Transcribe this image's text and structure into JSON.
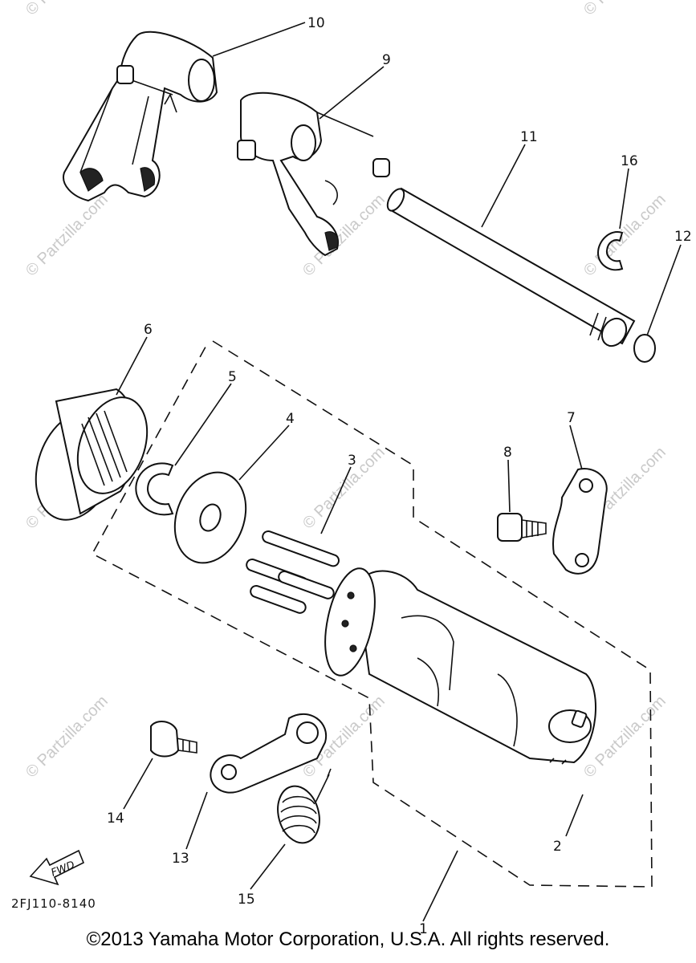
{
  "watermarks": [
    "© Partzilla.com",
    "© Partzilla.com",
    "© Partzilla.com",
    "© Partzilla.com",
    "© Partzilla.com",
    "© Partzilla.com",
    "© Partzilla.com",
    "© Partzilla.com",
    "© Partzilla.com",
    "© Partzilla.com",
    "© Partzilla.com"
  ],
  "callouts": {
    "c1": "1",
    "c2": "2",
    "c3": "3",
    "c4": "4",
    "c5": "5",
    "c6": "6",
    "c7": "7",
    "c8": "8",
    "c9": "9",
    "c10": "10",
    "c11": "11",
    "c12": "12",
    "c13": "13",
    "c14": "14",
    "c15": "15",
    "c16": "16"
  },
  "fwd_label": "FWD",
  "diagram_code": "2FJ110-8140",
  "copyright": "©2013  Yamaha Motor Corporation, U.S.A. All rights reserved."
}
